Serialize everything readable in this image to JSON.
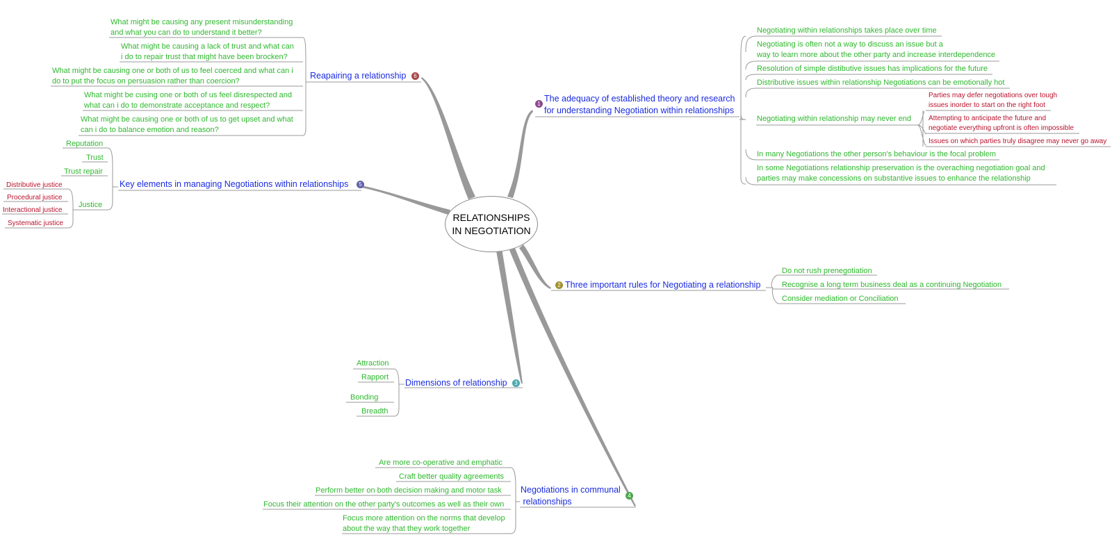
{
  "central_topic": "RELATIONSHIPS\nIN NEGOTIATION",
  "colors": {
    "topic": "#1a2be0",
    "subtopic": "#2eb82e",
    "detail": "#b8122c",
    "line": "#999999"
  },
  "branches": {
    "adequacy": {
      "number": "1",
      "title": "The adequacy of established theory and research\nfor understanding Negotiation within relationships",
      "items": [
        "Negotiating within relationships takes place over time",
        "Negotiating is often not a way to discuss an issue but a\nway to learn more about the other party and increase interdependence",
        "Resolution of simple distibutive issues has implications for the future",
        "Distributive issues within relationship Negotiations can be emotionally hot",
        "Negotiating within relationship may never end",
        "In many Negotiations the other person's behaviour is the focal problem",
        "In some Negotiations relationship preservation is the overaching negotiation goal and\nparties may make concessions on substantive issues to enhance the relationship"
      ],
      "never_end_details": [
        "Parties may defer negotiations over tough\nissues inorder to start on the right foot",
        "Attempting to anticipate the future and\nnegotiate everything upfront is often impossible",
        "Issues on which parties truly disagree may never go away"
      ]
    },
    "rules": {
      "number": "2",
      "title": "Three important rules for Negotiating a relationship",
      "items": [
        "Do not rush prenegotiation",
        "Recognise a long term business deal as a continuing Negotiation",
        "Consider mediation or Conciliation"
      ]
    },
    "dimensions": {
      "number": "3",
      "title": "Dimensions of relationship",
      "items": [
        "Attraction",
        "Rapport",
        "Bonding",
        "Breadth"
      ]
    },
    "communal": {
      "number": "4",
      "title": "Negotiations in communal\n relationships",
      "items": [
        "Are more co-operative and emphatic",
        "Craft better quality agreements",
        "Perform better on both decision making and motor task",
        "Focus their attention on the other party's outcomes as well as their own",
        "Focus more attention on the norms that develop\nabout the way that they work together"
      ]
    },
    "key_elements": {
      "number": "5",
      "title": "Key elements in managing Negotiations within relationships",
      "items": [
        "Reputation",
        "Trust",
        "Trust repair",
        "Justice"
      ],
      "justice_details": [
        "Distributive justice",
        "Procedural justice",
        "Interactional justice",
        "Systematic justice"
      ]
    },
    "repairing": {
      "number": "6",
      "title": "Reapairing a relationship",
      "items": [
        "What might be causing any present misunderstanding\nand what you can do to understand it better?",
        "What might be causing a lack of trust and what can\ni do to repair trust that might have been brocken?",
        "What might be causing one or both of us to feel coerced and what can i\ndo to put the focus on persuasion rather than coercion?",
        "What might be cusing one or both of us feel disrespected and\nwhat can i do to demonstrate acceptance and respect?",
        "What might be causing one or both of us to get upset and what\ncan i do to balance emotion and reason?"
      ]
    }
  }
}
